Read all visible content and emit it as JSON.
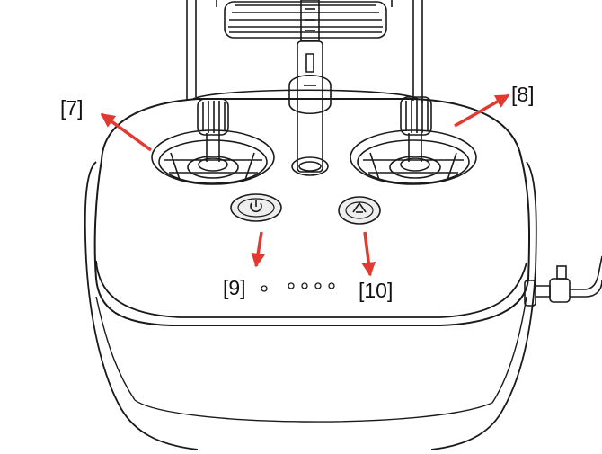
{
  "diagram": {
    "callouts": [
      {
        "id": "7",
        "label": "[7]",
        "target": "left control stick"
      },
      {
        "id": "8",
        "label": "[8]",
        "target": "right control stick"
      },
      {
        "id": "9",
        "label": "[9]",
        "target": "power button"
      },
      {
        "id": "10",
        "label": "[10]",
        "target": "return-to-home button"
      }
    ],
    "battery_led_count": 4,
    "colors": {
      "line": "#1a1a1a",
      "arrow": "#e23a31",
      "background": "#ffffff",
      "button_fill": "#eeeeee"
    }
  }
}
